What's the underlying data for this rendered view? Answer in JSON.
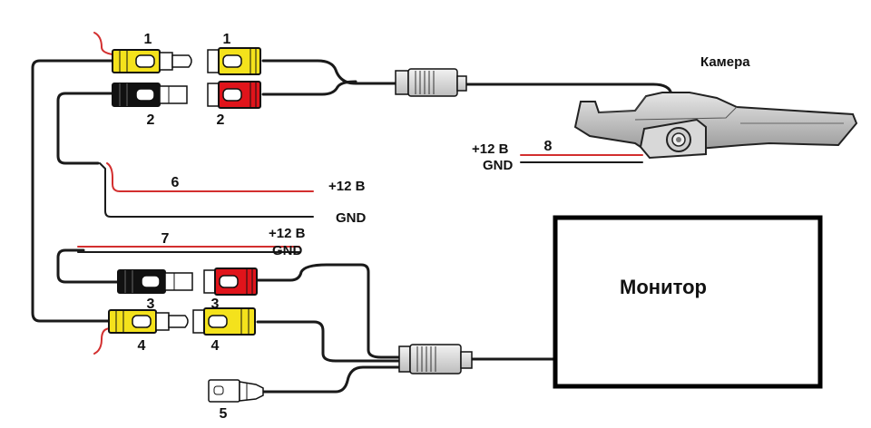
{
  "labels": {
    "camera": "Камера",
    "monitor": "Монитор",
    "plus12": "+12 В",
    "gnd": "GND",
    "n1": "1",
    "n2": "2",
    "n3": "3",
    "n4": "4",
    "n5": "5",
    "n6": "6",
    "n7": "7",
    "n8": "8"
  },
  "colors": {
    "wire": "#1a1a1a",
    "red_wire": "#d32f2f",
    "yellow_plug": "#f4e21c",
    "red_plug": "#e0141b",
    "black_plug": "#111111",
    "monitor_border": "#000000"
  }
}
